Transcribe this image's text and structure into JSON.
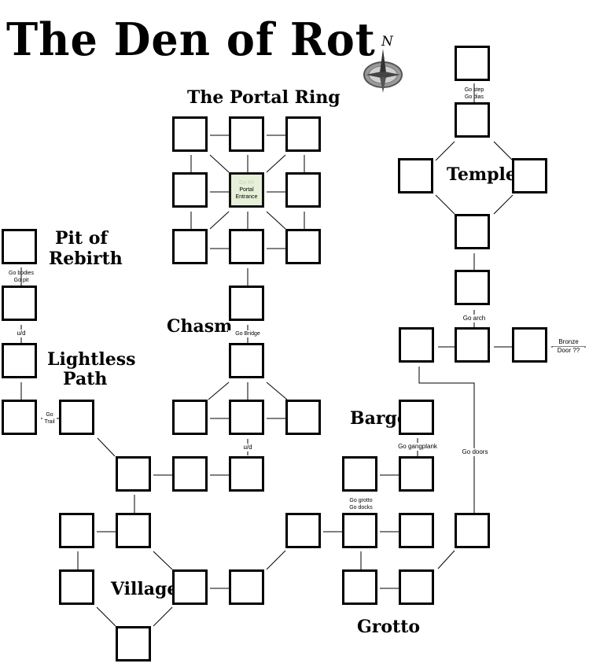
{
  "title": "The Den of Rot",
  "compass": {
    "label": "N"
  },
  "regions": {
    "portal_ring": "The Portal Ring",
    "temple": "Temple",
    "pit_of_rebirth_line1": "Pit of",
    "pit_of_rebirth_line2": "Rebirth",
    "lightless_path_line1": "Lightless",
    "lightless_path_line2": "Path",
    "chasm": "Chasm",
    "barge": "Barge",
    "village": "Village",
    "grotto": "Grotto"
  },
  "rooms": {
    "portal_entrance_faded": "Go ##",
    "portal_entrance_line1": "Portal",
    "portal_entrance_line2": "Entrance"
  },
  "exits": {
    "go_step": "Go step",
    "go_dias": "Go dias",
    "go_bodies": "Go bodies",
    "go_pit": "Go pit",
    "ud_pit": "u/d",
    "go_trail_line1": "Go",
    "go_trail_line2": "Trail",
    "go_bridge": "Go Bridge",
    "ud_chasm": "u/d",
    "go_arch": "Go arch",
    "bronze_door_line1": "Bronze",
    "bronze_door_line2": "Door ??",
    "go_gangplank": "Go gangplank",
    "go_doors": "Go doors",
    "go_grotto": "Go grotto",
    "go_docks": "Go docks"
  }
}
